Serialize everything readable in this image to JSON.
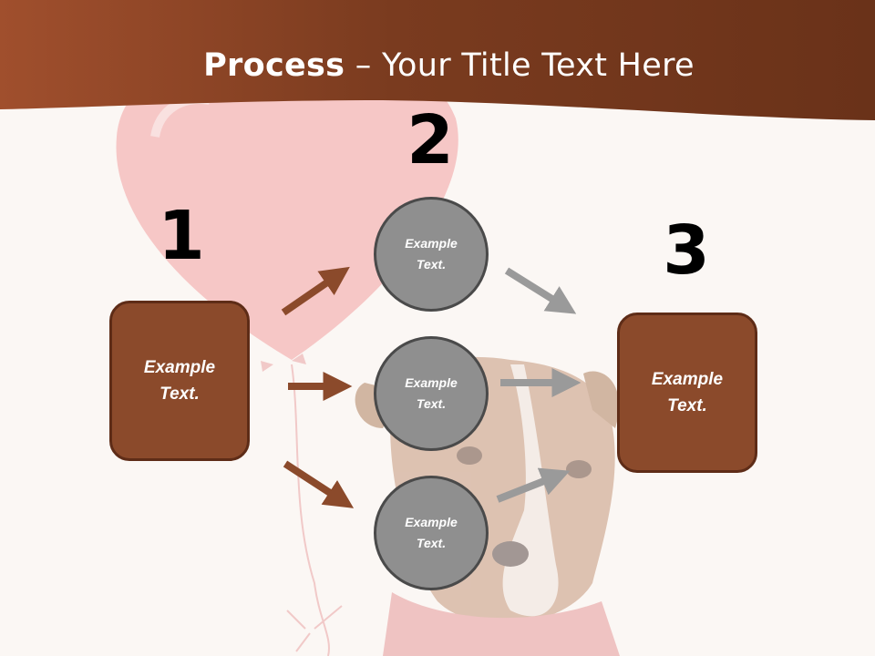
{
  "title": {
    "bold": "Process",
    "rest": " – Your Title Text Here"
  },
  "steps": [
    {
      "number": "1",
      "box": {
        "line1": "Example",
        "line2": "Text."
      }
    },
    {
      "number": "2",
      "circles": [
        {
          "line1": "Example",
          "line2": "Text."
        },
        {
          "line1": "Example",
          "line2": "Text."
        },
        {
          "line1": "Example",
          "line2": "Text."
        }
      ]
    },
    {
      "number": "3",
      "box": {
        "line1": "Example",
        "line2": "Text."
      }
    }
  ],
  "colors": {
    "band": "#7a3b1f",
    "box": "#8b4a2b",
    "circle": "#8f8f8f",
    "brown_arrow": "#8b4a2b",
    "gray_arrow": "#9a9a9a"
  }
}
